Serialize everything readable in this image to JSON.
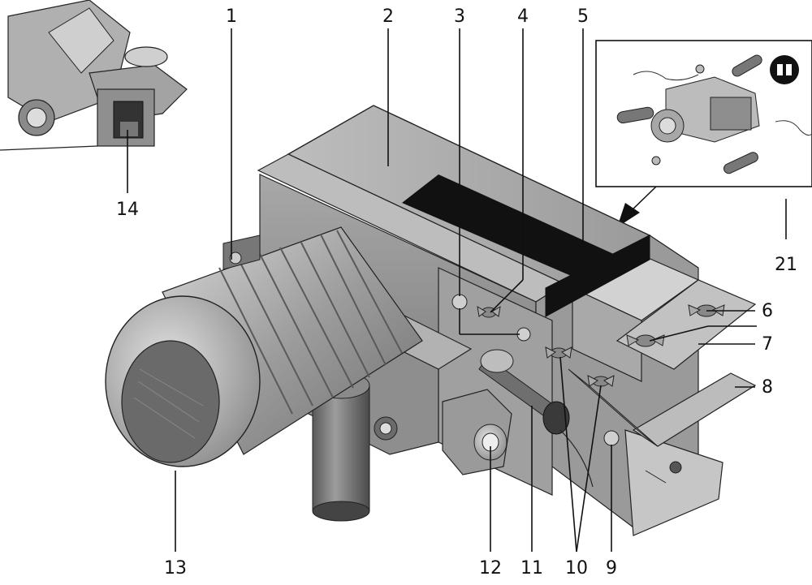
{
  "callouts": {
    "c1": "1",
    "c2": "2",
    "c3": "3",
    "c4": "4",
    "c5": "5",
    "c6": "6",
    "c7": "7",
    "c8": "8",
    "c9": "9",
    "c10": "10",
    "c11": "11",
    "c12": "12",
    "c13": "13",
    "c14": "14",
    "c21": "21"
  },
  "icons": {
    "manual_badge": "read-manual-icon"
  },
  "colors": {
    "body_gray": "#8d8d8d",
    "dark_gray": "#555555",
    "light_gray": "#c9c9c9",
    "black_panel": "#111111",
    "line": "#111111"
  }
}
